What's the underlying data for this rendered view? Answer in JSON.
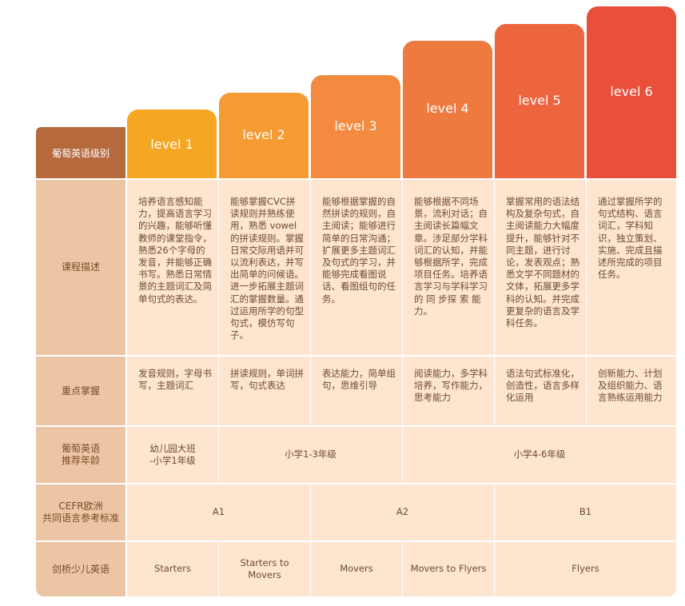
{
  "header": {
    "label": "葡萄英语级别",
    "levels": [
      "level 1",
      "level 2",
      "level 3",
      "level 4",
      "level 5",
      "level 6"
    ]
  },
  "colors": {
    "tabs": [
      "#f5a623",
      "#f59b32",
      "#f28b3f",
      "#ef7a3f",
      "#ec653f",
      "#e94f3a"
    ],
    "label_column": "#ecc6a4",
    "header_label": "#b5693d",
    "cell": "#fde5d0"
  },
  "rows": {
    "description": {
      "label": "课程描述",
      "cells": [
        "培养语言感知能力，提高语言学习的兴趣，能够听懂教师的课堂指令，熟悉26个字母的发音，并能够正确书写。熟悉日常情景的主题词汇及简单句式的表达。",
        "能够掌握CVC拼读规则并熟练使用，熟悉 vowel 的拼读规则。掌握日常交际用语并可以流利表达，并写出简单的问候语。进一步拓展主题词汇的掌握数量。通过运用所学的句型句式，模仿写句子。",
        "能够根据掌握的自然拼读的规则，自主阅读；能够进行简单的日常沟通；扩展更多主题词汇及句式的学习，并能够完成看图说话、看图组句的任务。",
        "能够根据不同场景，流利对话；自主阅读长篇幅文章。涉足部分学科词汇的认知，并能够根据所学，完成项目任务。培养语言学习与学科学习的 同 步探 索 能 力。",
        "掌握常用的语法结构及复杂句式，自主阅读能力大幅度提升，能够针对不同主题，进行讨论，发表观点；熟悉文学不同题材的文体，拓展更多学科的认知。并完成更复杂的语言及学科任务。",
        "通过掌握所学的句式结构、语言词汇，学科知识，独立策划、实施、完成且描述所完成的项目任务。"
      ]
    },
    "focus": {
      "label": "重点掌握",
      "cells": [
        "发音规则，字母书写，主题词汇",
        "拼读规则，单词拼写，句式表达",
        "表达能力，简单组句，思维引导",
        "阅读能力，多学科培养，写作能力，思考能力",
        "语法句式标准化，创造性，语言多样化运用",
        "创新能力、计划及组织能力、语言熟练运用能力"
      ]
    },
    "age": {
      "label_lines": [
        "葡萄英语",
        "推荐年龄"
      ],
      "cells": [
        "幼儿园大班",
        "-小学1年级",
        "小学1-3年级",
        "小学4-6年级"
      ]
    },
    "cefr": {
      "label_lines": [
        "CEFR欧洲",
        "共同语言参考标准"
      ],
      "cells": [
        "A1",
        "A2",
        "B1"
      ]
    },
    "cambridge": {
      "label": "剑桥少儿英语",
      "cells": [
        "Starters",
        "Starters to Movers",
        "Movers",
        "Movers to Flyers",
        "Flyers"
      ]
    }
  }
}
